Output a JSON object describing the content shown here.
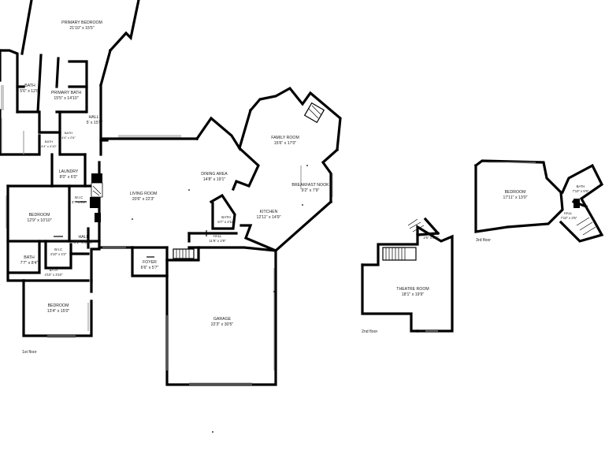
{
  "rooms": {
    "primary_bedroom": {
      "name": "PRIMARY BEDROOM",
      "dims": "21'10\" x 15'5\""
    },
    "bath_1": {
      "name": "BATH",
      "dims": "5'6\" x 12'8\""
    },
    "primary_bath": {
      "name": "PRIMARY BATH",
      "dims": "15'5\" x 14'10\""
    },
    "hall_1": {
      "name": "HALL",
      "dims": "5' x 15'5\""
    },
    "bath_small": {
      "name": "BATH",
      "dims": "4'4\" x 4'10\""
    },
    "bath_tiny": {
      "name": "BATH",
      "dims": "4'4\" x 2'6\""
    },
    "laundry": {
      "name": "LAUNDRY",
      "dims": "8'0\" x 6'0\""
    },
    "bedroom_1": {
      "name": "BEDROOM",
      "dims": "12'9\" x 10'10\""
    },
    "wic_1": {
      "name": "W.I.C",
      "dims": "3'7\" x 5'1\""
    },
    "hall_2": {
      "name": "HALL",
      "dims": "6'1\" x 3'10\""
    },
    "bath_2": {
      "name": "BATH",
      "dims": "7'7\" x 8'4\""
    },
    "wic_2": {
      "name": "W.I.C",
      "dims": "4'10\" x 4'2\""
    },
    "bath_3": {
      "name": "BATH",
      "dims": "4'10\" x 3'10\""
    },
    "bedroom_2": {
      "name": "BEDROOM",
      "dims": "13'4\" x 15'0\""
    },
    "living_room": {
      "name": "LIVING ROOM",
      "dims": "20'6\" x 22'3\""
    },
    "dining_area": {
      "name": "DINING AREA",
      "dims": "14'8\" x 19'1\""
    },
    "family_room": {
      "name": "FAMILY ROOM",
      "dims": "15'6\" x 17'0\""
    },
    "breakfast_nook": {
      "name": "BREAKFAST NOOK",
      "dims": "9'2\" x 7'9\""
    },
    "kitchen": {
      "name": "KITCHEN",
      "dims": "12'11\" x 14'9\""
    },
    "bath_4": {
      "name": "BATH",
      "dims": "6'7\" x 4'11\""
    },
    "hall_3": {
      "name": "HALL",
      "dims": "11'9\" x 2'9\""
    },
    "foyer": {
      "name": "FOYER",
      "dims": "6'6\" x 5'7\""
    },
    "garage": {
      "name": "GARAGE",
      "dims": "22'3\" x 30'5\""
    },
    "theatre_room": {
      "name": "THEATRE ROOM",
      "dims": "18'1\" x 19'9\""
    },
    "hall_4": {
      "name": "HALL",
      "dims": "2'6\" x 8'9\""
    },
    "bedroom_3": {
      "name": "BEDROOM",
      "dims": "17'11\" x 13'0\""
    },
    "bath_5": {
      "name": "BATH",
      "dims": "7'10\" x 5'9\""
    },
    "hall_5": {
      "name": "HALL",
      "dims": "7'10\" x 3'5\""
    }
  },
  "floors": {
    "first": "1st floor",
    "second": "2nd floor",
    "third": "3rd floor"
  }
}
